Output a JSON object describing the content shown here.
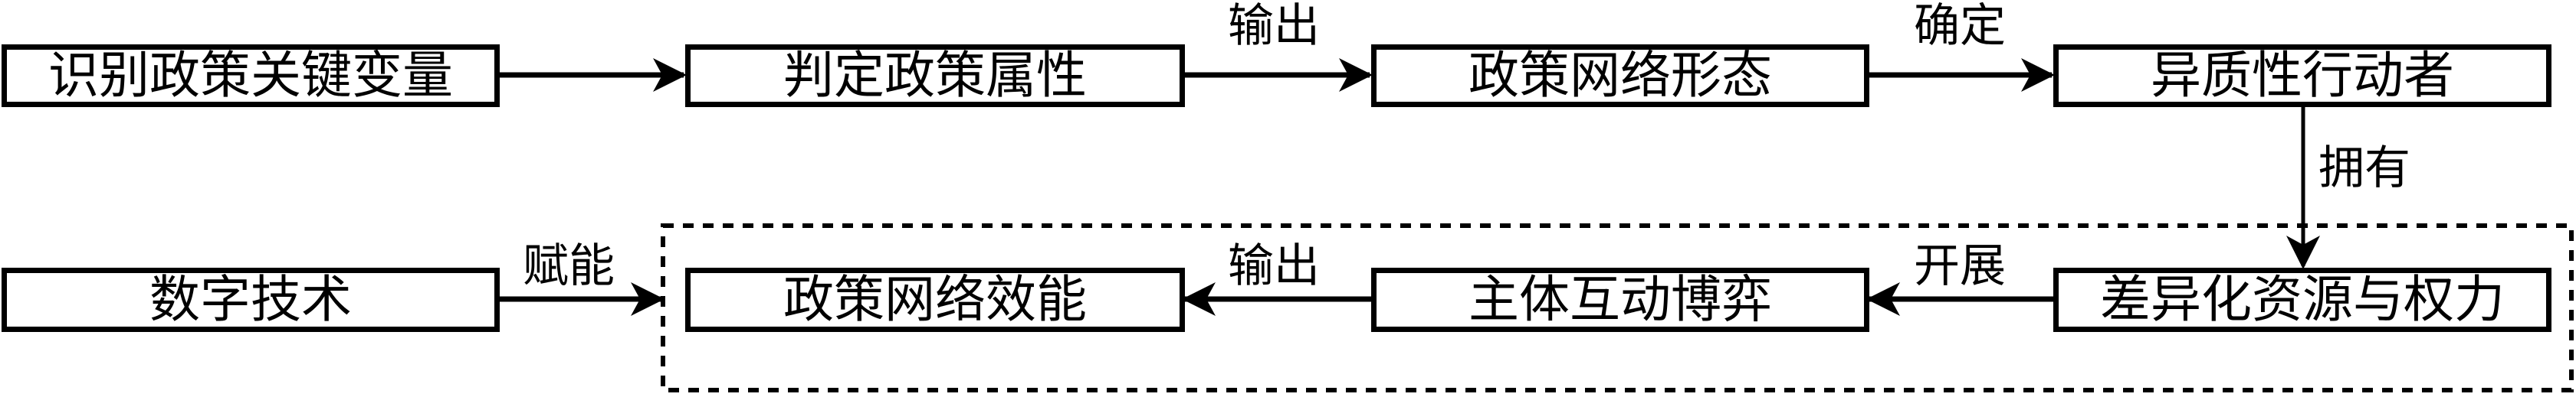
{
  "diagram": {
    "nodes": [
      {
        "id": "n1",
        "label": "识别政策关键变量"
      },
      {
        "id": "n2",
        "label": "判定政策属性"
      },
      {
        "id": "n3",
        "label": "政策网络形态"
      },
      {
        "id": "n4",
        "label": "异质性行动者"
      },
      {
        "id": "n5",
        "label": "差异化资源与权力"
      },
      {
        "id": "n6",
        "label": "主体互动博弈"
      },
      {
        "id": "n7",
        "label": "政策网络效能"
      },
      {
        "id": "n8",
        "label": "数字技术"
      }
    ],
    "edges": [
      {
        "from": "n1",
        "to": "n2",
        "label": ""
      },
      {
        "from": "n2",
        "to": "n3",
        "label": "输出"
      },
      {
        "from": "n3",
        "to": "n4",
        "label": "确定"
      },
      {
        "from": "n4",
        "to": "n5",
        "label": "拥有"
      },
      {
        "from": "n5",
        "to": "n6",
        "label": "开展"
      },
      {
        "from": "n6",
        "to": "n7",
        "label": "输出"
      },
      {
        "from": "n8",
        "to": "dotted-group",
        "label": "赋能"
      }
    ],
    "group": {
      "label": "",
      "members": [
        "n5",
        "n6",
        "n7"
      ],
      "style": "dotted"
    }
  }
}
